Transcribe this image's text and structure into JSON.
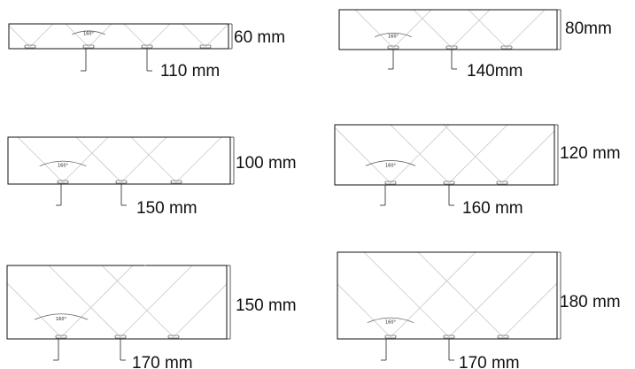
{
  "diagram": {
    "panels": [
      {
        "id": "panel-60",
        "thickness_label": "60 mm",
        "spacing_label": "110 mm",
        "angle_label": "160°"
      },
      {
        "id": "panel-80",
        "thickness_label": "80mm",
        "spacing_label": "140mm",
        "angle_label": "160°"
      },
      {
        "id": "panel-100",
        "thickness_label": "100 mm",
        "spacing_label": "150 mm",
        "angle_label": "160°"
      },
      {
        "id": "panel-120",
        "thickness_label": "120 mm",
        "spacing_label": "160 mm",
        "angle_label": "160°"
      },
      {
        "id": "panel-150",
        "thickness_label": "150 mm",
        "spacing_label": "170 mm",
        "angle_label": "160°"
      },
      {
        "id": "panel-180",
        "thickness_label": "180 mm",
        "spacing_label": "170 mm",
        "angle_label": "160°"
      }
    ]
  }
}
